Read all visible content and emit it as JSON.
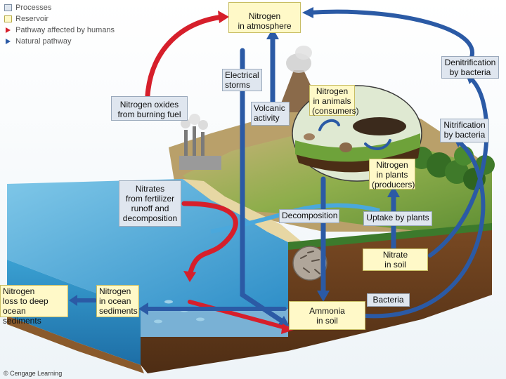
{
  "legend": {
    "processes": "Processes",
    "reservoir": "Reservoir",
    "human_pathway": "Pathway affected by humans",
    "natural_pathway": "Natural pathway"
  },
  "reservoirs": {
    "atmosphere": "Nitrogen\nin atmosphere",
    "animals": "Nitrogen\nin animals\n(consumers)",
    "plants": "Nitrogen\nin plants\n(producers)",
    "nitrate_soil": "Nitrate\nin soil",
    "ammonia_soil": "Ammonia\nin soil",
    "ocean_sediments": "Nitrogen\nin ocean\nsediments",
    "deep_sediments": "Nitrogen\nloss to deep\nocean sediments"
  },
  "processes": {
    "denitrification": "Denitrification\nby bacteria",
    "electrical_storms": "Electrical\nstorms",
    "nitrogen_oxides": "Nitrogen oxides\nfrom burning fuel",
    "volcanic": "Volcanic\nactivity",
    "nitrification": "Nitrification\nby bacteria",
    "nitrates_fertilizer": "Nitrates\nfrom fertilizer\nrunoff and\ndecomposition",
    "decomposition": "Decomposition",
    "uptake": "Uptake by plants",
    "bacteria": "Bacteria"
  },
  "credit": "© Cengage Learning",
  "colors": {
    "human_pathway": "#d61f2b",
    "natural_pathway": "#2b5aa5",
    "process_fill": "#dfe6ef",
    "reservoir_fill": "#fff9c8"
  }
}
